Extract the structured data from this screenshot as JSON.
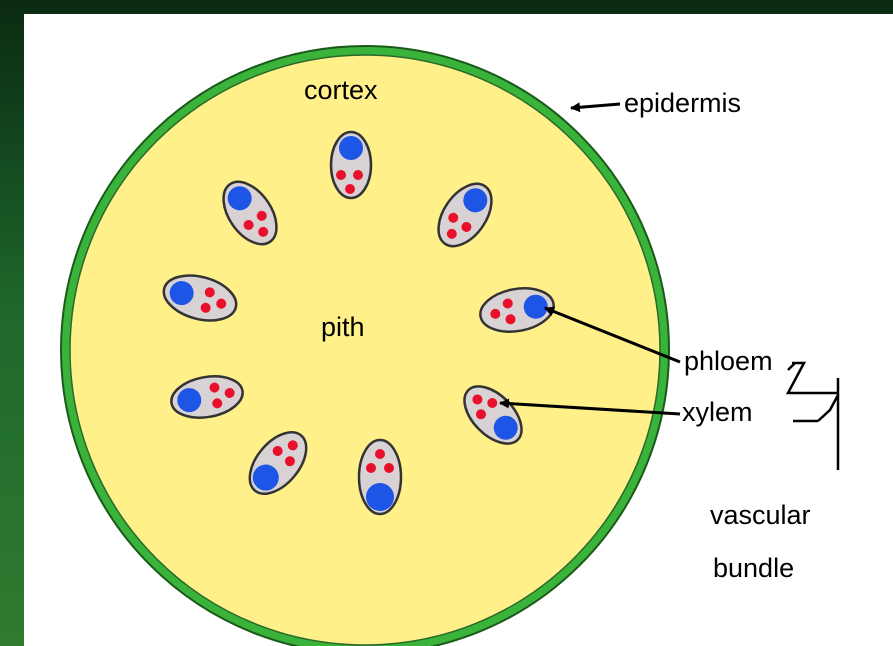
{
  "labels": {
    "cortex": "cortex",
    "epidermis": "epidermis",
    "pith": "pith",
    "phloem": "phloem",
    "xylem": "xylem",
    "vascular_line1": "vascular",
    "vascular_line2": "bundle"
  },
  "colors": {
    "background_dark": "#0a2a12",
    "background_green": "#2f7a2f",
    "panel": "#ffffff",
    "epidermis": "#3ab33a",
    "cortex_fill": "#fff08a",
    "bundle_fill": "#d8d2d4",
    "phloem": "#1d55e6",
    "xylem": "#e8102a"
  }
}
